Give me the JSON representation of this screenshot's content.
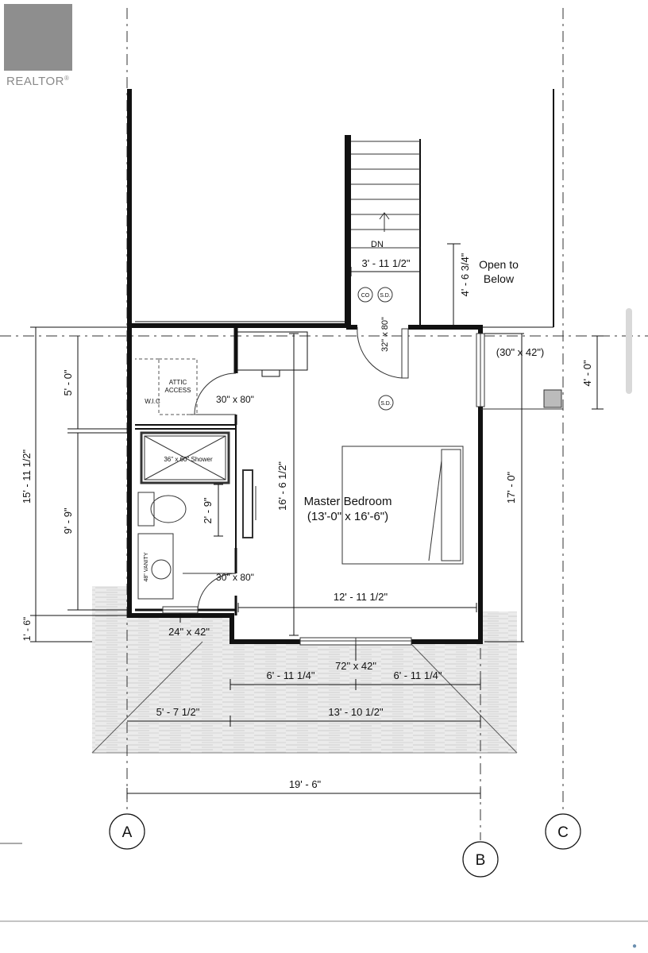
{
  "brand": {
    "name": "REALTOR",
    "mark": "®"
  },
  "rooms": {
    "master_name": "Master Bedroom",
    "master_size": "(13'-0\" x 16'-6\")",
    "open_line1": "Open to",
    "open_line2": "Below",
    "shower": "36\" x 60\" Shower",
    "vanity": "48\" VANITY",
    "attic_line1": "ATTIC",
    "attic_line2": "ACCESS",
    "wic": "W.I.C",
    "stair_dn": "DN",
    "co": "CO",
    "sd": "S.D."
  },
  "dimensions": {
    "stair_width": "3' - 11 1/2\"",
    "stair_right": "4' - 6 3/4\"",
    "door_vert": "32\" x 80\"",
    "door_wic": "30\" x 80\"",
    "door_bath": "30\" x 80\"",
    "window_right": "(30\" x 42\")",
    "right_4ft": "4' - 0\"",
    "right_17ft": "17' - 0\"",
    "bed_height": "16' - 6 1/2\"",
    "bed_width": "12' - 11 1/2\"",
    "left_total": "15' - 11 1/2\"",
    "left_5ft": "5' - 0\"",
    "left_99": "9' - 9\"",
    "left_16": "1' - 6\"",
    "toilet": "2' - 9\"",
    "window_bath": "24\" x 42\"",
    "window_bed": "72\" x 42\"",
    "seg_left": "6' - 11 1/4\"",
    "seg_right": "6' - 11 1/4\"",
    "deck_left": "5' - 7 1/2\"",
    "deck_right": "13' - 10 1/2\"",
    "overall": "19' - 6\""
  },
  "grid": {
    "a": "A",
    "b": "B",
    "c": "C"
  }
}
